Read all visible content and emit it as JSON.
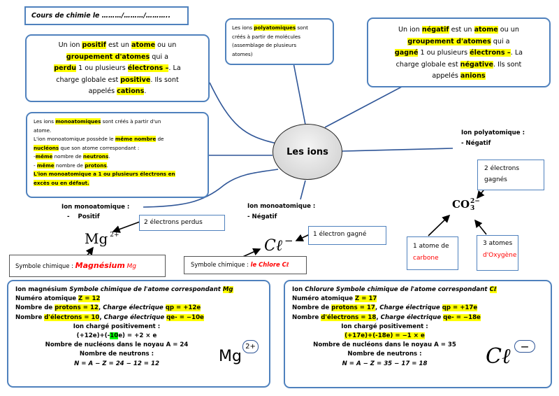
{
  "title": "Cours de chimie le ………/………/………..",
  "center_node": "Les ions",
  "positive_box": {
    "segments": [
      {
        "t": "Un ion ",
        "h": false
      },
      {
        "t": "positif",
        "h": true
      },
      {
        "t": " est un ",
        "h": false
      },
      {
        "t": "atome",
        "h": true
      },
      {
        "t": " ou un",
        "h": false
      }
    ],
    "line2": [
      {
        "t": "groupement d'atomes",
        "h": true
      },
      {
        "t": " qui a",
        "h": false
      }
    ],
    "line3": [
      {
        "t": "perdu",
        "h": true
      },
      {
        "t": " 1 ou plusieurs ",
        "h": false
      },
      {
        "t": "électrons –",
        "h": true
      },
      {
        "t": ". La",
        "h": false
      }
    ],
    "line4": [
      {
        "t": "charge globale est ",
        "h": false
      },
      {
        "t": "positive",
        "h": true
      },
      {
        "t": ". Ils sont",
        "h": false
      }
    ],
    "line5": [
      {
        "t": "appelés ",
        "h": false
      },
      {
        "t": "cations",
        "h": true
      },
      {
        "t": ".",
        "h": false
      }
    ]
  },
  "polyatomic_box": {
    "line1": [
      {
        "t": "Les ions ",
        "h": false
      },
      {
        "t": "polyatomiques",
        "h": true
      },
      {
        "t": " sont",
        "h": false
      }
    ],
    "line2": "créés à partir de molécules",
    "line3": "(assemblage de plusieurs",
    "line4": "atomes)"
  },
  "negative_box": {
    "line1": [
      {
        "t": "Un ion ",
        "h": false
      },
      {
        "t": "négatif",
        "h": true
      },
      {
        "t": " est un ",
        "h": false
      },
      {
        "t": "atome",
        "h": true
      },
      {
        "t": " ou un",
        "h": false
      }
    ],
    "line2": [
      {
        "t": "groupement d'atomes",
        "h": true
      },
      {
        "t": " qui a",
        "h": false
      }
    ],
    "line3": [
      {
        "t": "gagné",
        "h": true
      },
      {
        "t": " 1 ou plusieurs ",
        "h": false
      },
      {
        "t": "électrons –",
        "h": true
      },
      {
        "t": ". La",
        "h": false
      }
    ],
    "line4": [
      {
        "t": "charge globale est ",
        "h": false
      },
      {
        "t": "négative",
        "h": true
      },
      {
        "t": ". Ils sont",
        "h": false
      }
    ],
    "line5": [
      {
        "t": "appelés ",
        "h": false
      },
      {
        "t": "anions",
        "h": true
      }
    ]
  },
  "monoatomic_box": {
    "line1": [
      {
        "t": "Les ions ",
        "h": false
      },
      {
        "t": "monoatomiques",
        "h": true
      },
      {
        "t": " sont créés à partir d'un",
        "h": false
      }
    ],
    "line2": "atome.",
    "line3": [
      {
        "t": "L'ion monoatomique possède le ",
        "h": false
      },
      {
        "t": "même nombre",
        "h": true
      },
      {
        "t": " de",
        "h": false
      }
    ],
    "line4": [
      {
        "t": "nucléons",
        "h": true
      },
      {
        "t": " que son atome correspondant :",
        "h": false
      }
    ],
    "line5": [
      {
        "t": "-",
        "h": false
      },
      {
        "t": "même",
        "h": true
      },
      {
        "t": " nombre de ",
        "h": false
      },
      {
        "t": "neutrons",
        "h": true
      },
      {
        "t": ".",
        "h": false
      }
    ],
    "line6": [
      {
        "t": "- ",
        "h": false
      },
      {
        "t": "même",
        "h": true
      },
      {
        "t": " nombre de ",
        "h": false
      },
      {
        "t": "protons",
        "h": true
      },
      {
        "t": ".",
        "h": false
      }
    ],
    "line7": "L'ion monoatomique a 1 ou plusieurs électrons en",
    "line8": "excès ou en défaut."
  },
  "labels": {
    "mono_pos_title": "Ion monoatomique :",
    "mono_pos_sub": "-    Positif",
    "mono_neg_title": "Ion monoatomique :",
    "mono_neg_sub": "- Négatif",
    "poly_title": "Ion polyatomique :",
    "poly_sub": "- Négatif"
  },
  "mg_example": {
    "callout": "2 électrons perdus",
    "symbol": "Mg",
    "charge": "2+",
    "symbol_prefix": "Symbole chimique : ",
    "symbol_name": "Magnésium",
    "symbol_abbr": "Mg"
  },
  "cl_example": {
    "callout": "1 électron gagné",
    "symbol": "Cℓ",
    "charge": "−",
    "symbol_prefix": "Symbole chimique : ",
    "symbol_name": "le Chlore Cℓ"
  },
  "co3_example": {
    "callout": [
      "2 électrons",
      "gagnés"
    ],
    "formula": "CO",
    "sub": "3",
    "sup": "2−",
    "carbon_box": [
      "1 atome de",
      "carbone"
    ],
    "oxygen_box": [
      "3 atomes",
      "d'Oxygène"
    ]
  },
  "mg_detail": {
    "l1": [
      {
        "t": "Ion magnésium  ",
        "h": false
      },
      {
        "t": "Symbole chimique de l'atome correspondant ",
        "h": false,
        "i": true
      },
      {
        "t": "Mg",
        "h": true,
        "i": true
      }
    ],
    "l2": [
      {
        "t": "Numéro atomique ",
        "h": false
      },
      {
        "t": "Z = 12",
        "h": true
      }
    ],
    "l3": [
      {
        "t": "Nombre de ",
        "h": false
      },
      {
        "t": "protons = 12",
        "h": true
      },
      {
        "t": ", ",
        "h": false
      },
      {
        "t": "Charge électrique ",
        "h": false,
        "i": true
      },
      {
        "t": "qp = +12e",
        "h": true
      }
    ],
    "l4": [
      {
        "t": "Nombre ",
        "h": false
      },
      {
        "t": "d'électrons = 10",
        "h": true
      },
      {
        "t": ", ",
        "h": false
      },
      {
        "t": "Charge électrique ",
        "h": false,
        "i": true
      },
      {
        "t": "qe- = −10e",
        "h": true
      }
    ],
    "l5": "Ion chargé positivement :",
    "l6a": "(+12e)+(-",
    "l6b": "10",
    "l6c": "e) = +2 × e",
    "l7": "Nombre de nucléons dans le noyau A = 24",
    "l8": "Nombre de neutrons :",
    "l9": "N = A − Z =  24 − 12 = 12",
    "big_symbol": "Mg",
    "big_charge": "2+"
  },
  "cl_detail": {
    "l1": [
      {
        "t": "Ion ",
        "h": false
      },
      {
        "t": "Chlorure",
        "h": false,
        "i": true
      },
      {
        "t": "  Symbole chimique de l'atome correspondant ",
        "h": false,
        "i": true
      },
      {
        "t": "Cℓ",
        "h": true,
        "i": true
      }
    ],
    "l2": [
      {
        "t": "Numéro atomique ",
        "h": false
      },
      {
        "t": "Z = 17",
        "h": true
      }
    ],
    "l3": [
      {
        "t": "Nombre de ",
        "h": false
      },
      {
        "t": "protons = 17",
        "h": true
      },
      {
        "t": ", ",
        "h": false
      },
      {
        "t": "Charge électrique ",
        "h": false,
        "i": true
      },
      {
        "t": "qp = +17e",
        "h": true
      }
    ],
    "l4": [
      {
        "t": "Nombre ",
        "h": false
      },
      {
        "t": "d'électrons = 18",
        "h": true
      },
      {
        "t": ", ",
        "h": false
      },
      {
        "t": "Charge électrique ",
        "h": false,
        "i": true
      },
      {
        "t": "qe- = −18e",
        "h": true
      }
    ],
    "l5": "Ion chargé positivement :",
    "l6": "(+17e)+(-18e) = −1 × e",
    "l7": "Nombre de nucléons dans le noyau A = 35",
    "l8": "Nombre de neutrons :",
    "l9": "N = A − Z =  35 − 17 = 18",
    "big_symbol": "Cℓ",
    "big_charge": "—"
  },
  "colors": {
    "border_blue": "#4f81bd",
    "highlight_yellow": "#ffff00",
    "highlight_green": "#00ff00",
    "red_text": "#ff0000"
  }
}
